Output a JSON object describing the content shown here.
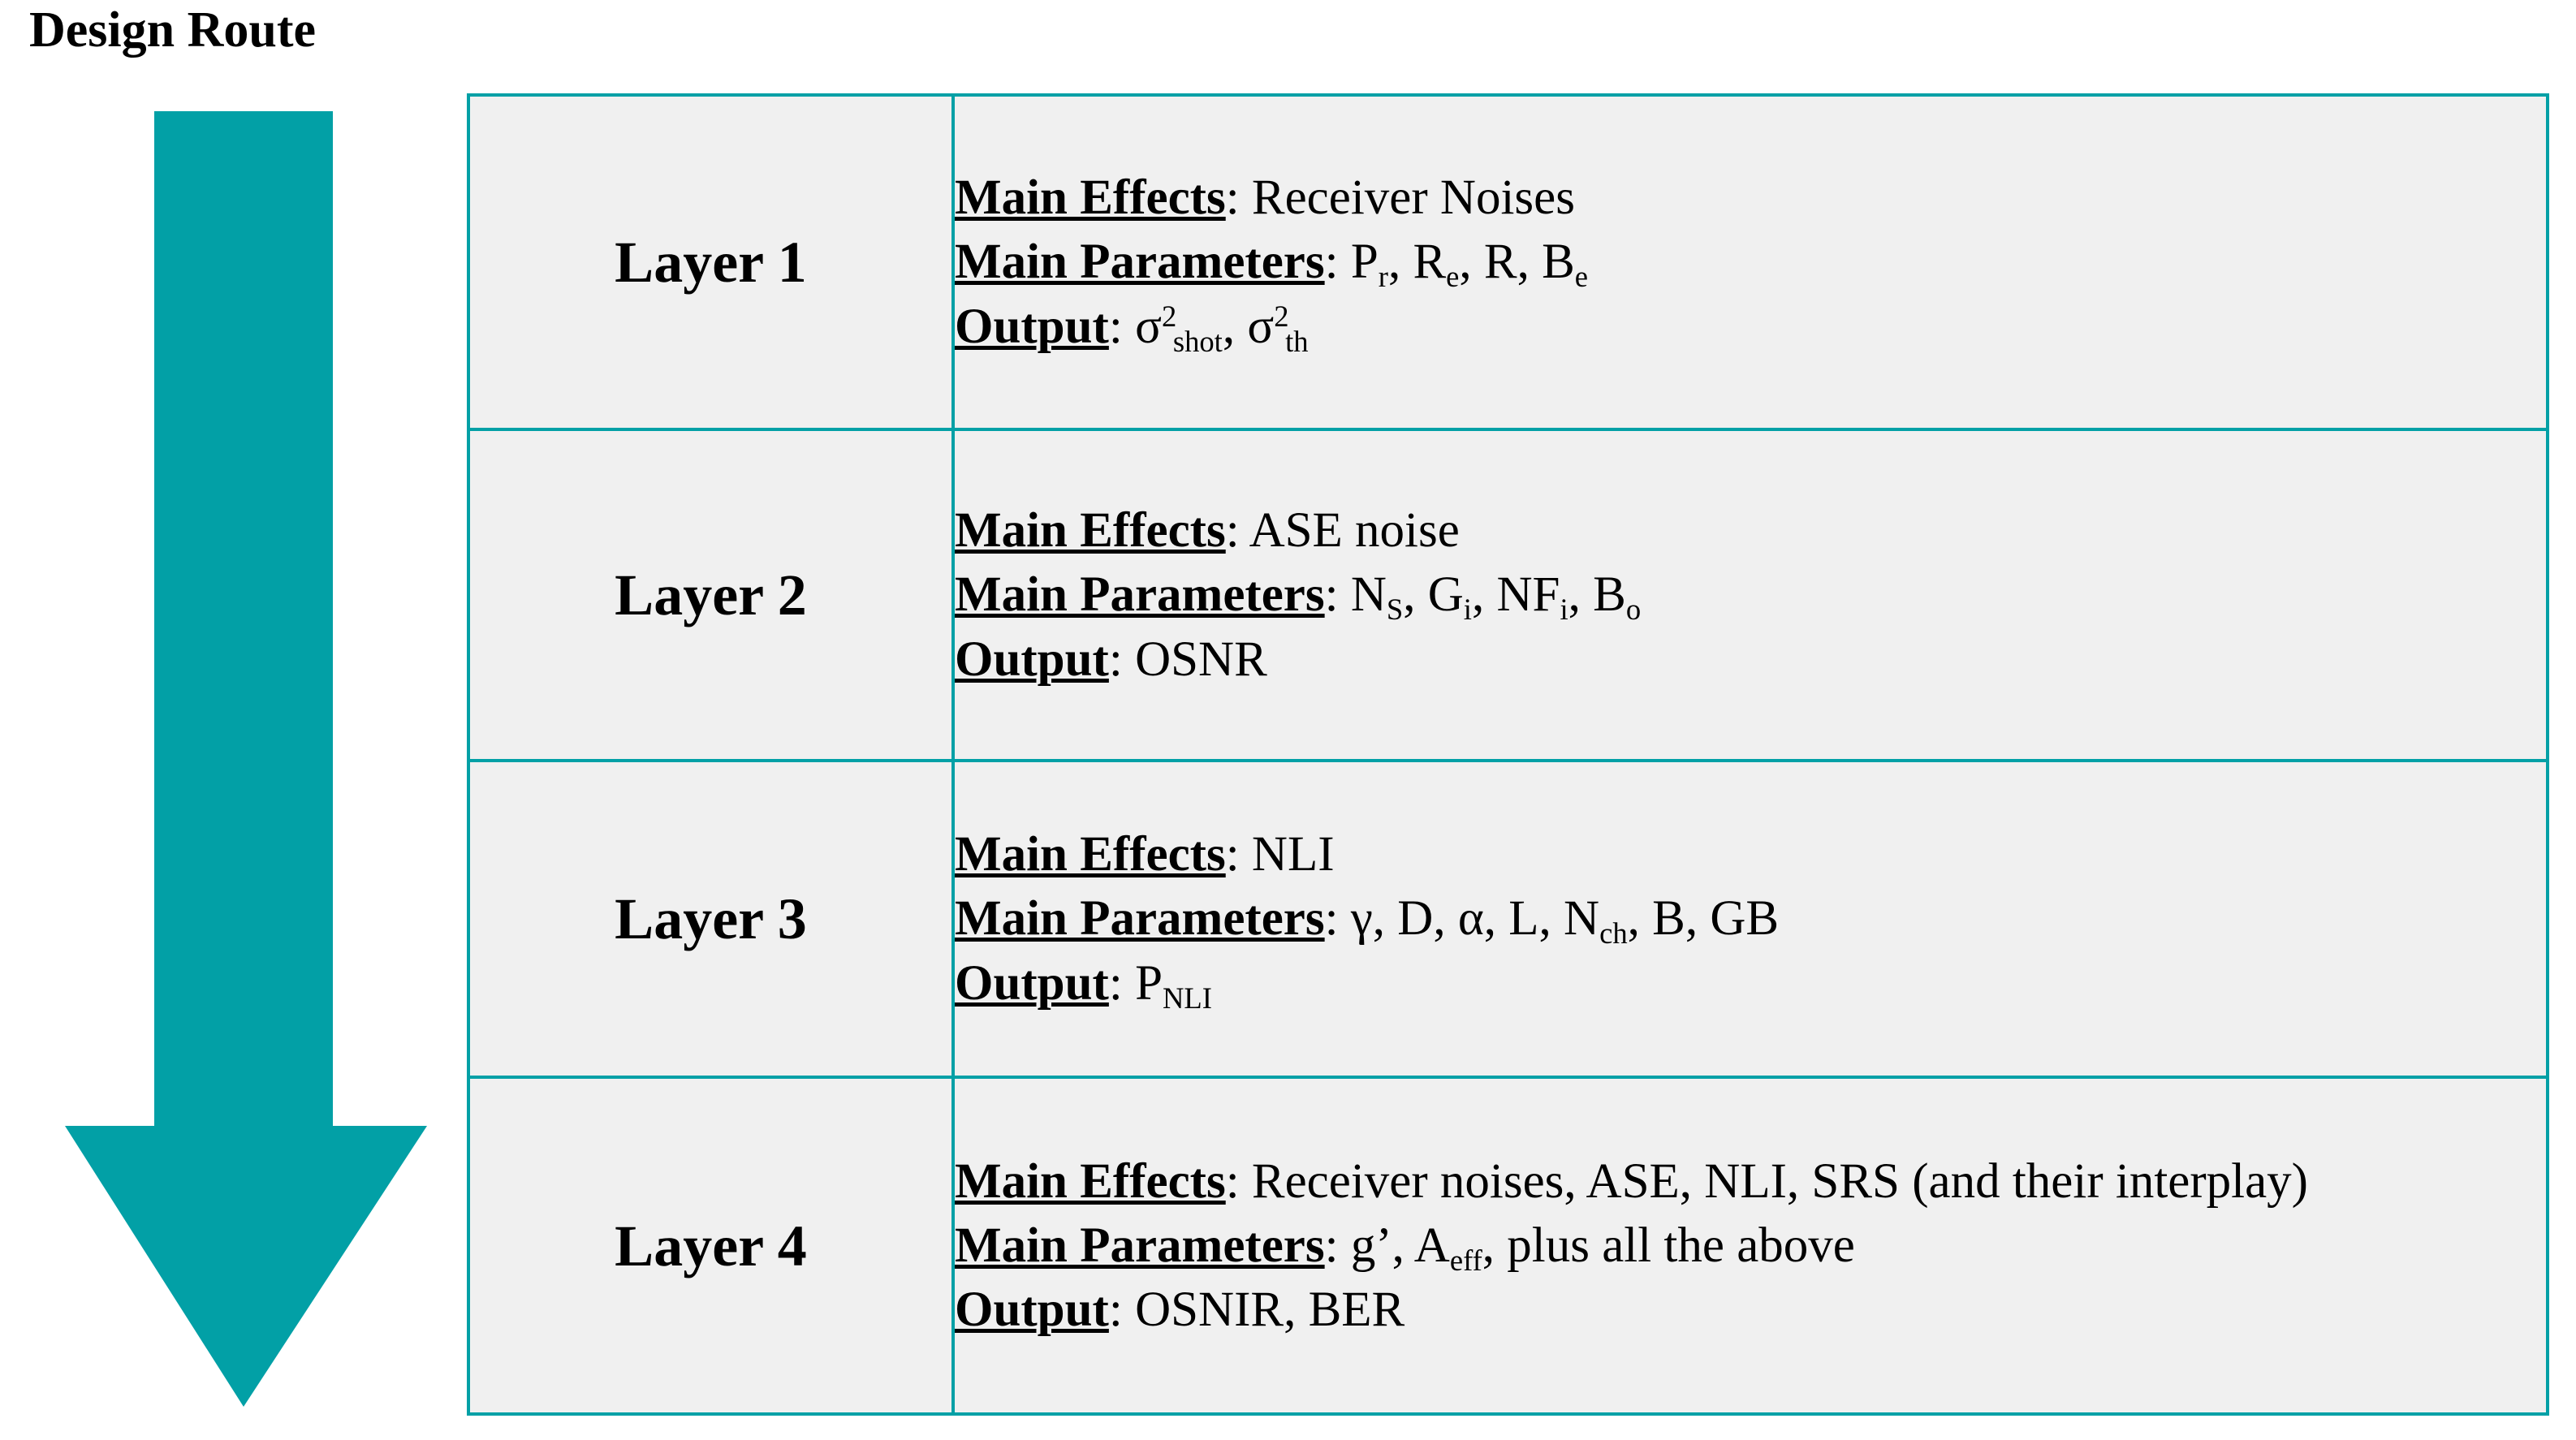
{
  "title": "Design Route",
  "colors": {
    "accent_teal": "#02a0a6",
    "cell_background": "#f0f0f0",
    "text": "#000000",
    "page_background": "#ffffff"
  },
  "arrow": {
    "icon": "arrow-down-icon",
    "direction": "down",
    "color": "#02a0a6"
  },
  "table": {
    "labels": {
      "main_effects": "Main Effects",
      "main_parameters": "Main Parameters",
      "output": "Output"
    },
    "rows": [
      {
        "layer": "Layer 1",
        "main_effects": "Receiver Noises",
        "main_parameters_plain": "Pr, Re, R, Be",
        "main_parameters_tokens": [
          {
            "base": "P",
            "sub": "r"
          },
          {
            "base": "R",
            "sub": "e"
          },
          {
            "base": "R",
            "sub": ""
          },
          {
            "base": "B",
            "sub": "e"
          }
        ],
        "output_plain": "σ2shot, σ2th",
        "output_tokens": [
          {
            "base": "σ",
            "sup": "2",
            "sub": "shot"
          },
          {
            "base": "σ",
            "sup": "2",
            "sub": "th"
          }
        ]
      },
      {
        "layer": "Layer 2",
        "main_effects": "ASE noise",
        "main_parameters_plain": "NS, Gi, NFi, Bo",
        "main_parameters_tokens": [
          {
            "base": "N",
            "sub": "S"
          },
          {
            "base": "G",
            "sub": "i"
          },
          {
            "base": "NF",
            "sub": "i"
          },
          {
            "base": "B",
            "sub": "o"
          }
        ],
        "output_plain": "OSNR",
        "output_tokens": [
          {
            "base": "OSNR",
            "sub": ""
          }
        ]
      },
      {
        "layer": "Layer 3",
        "main_effects": "NLI",
        "main_parameters_plain": "γ, D, α, L, Nch, B, GB",
        "main_parameters_tokens": [
          {
            "base": "γ",
            "sub": ""
          },
          {
            "base": "D",
            "sub": ""
          },
          {
            "base": "α",
            "sub": ""
          },
          {
            "base": "L",
            "sub": ""
          },
          {
            "base": "N",
            "sub": "ch"
          },
          {
            "base": "B",
            "sub": ""
          },
          {
            "base": "GB",
            "sub": ""
          }
        ],
        "output_plain": "PNLI",
        "output_tokens": [
          {
            "base": "P",
            "sub": "NLI"
          }
        ]
      },
      {
        "layer": "Layer 4",
        "main_effects": "Receiver noises, ASE, NLI, SRS (and their interplay)",
        "main_parameters_plain": "g’, Aeff, plus all the above",
        "main_parameters_tokens": [
          {
            "base": "g’",
            "sub": ""
          },
          {
            "base": "A",
            "sub": "eff"
          }
        ],
        "main_parameters_suffix": "plus all the above",
        "output_plain": "OSNIR, BER",
        "output_tokens": [
          {
            "base": "OSNIR",
            "sub": ""
          },
          {
            "base": "BER",
            "sub": ""
          }
        ]
      }
    ]
  }
}
